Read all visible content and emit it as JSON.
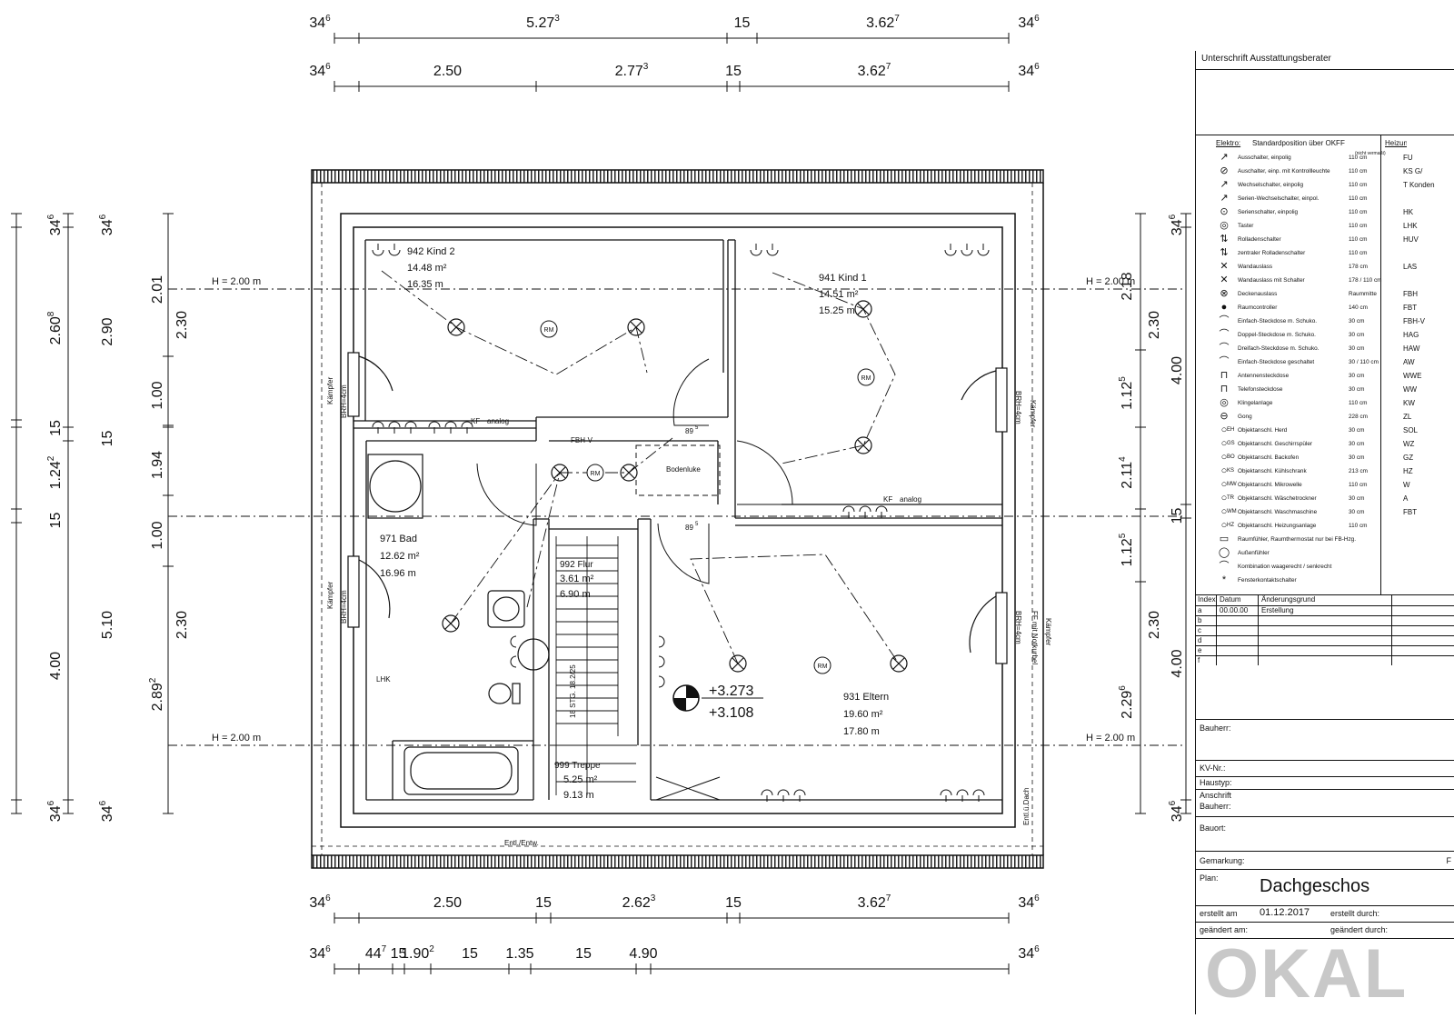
{
  "title_block": {
    "advisor_signature_label": "Unterschrift Ausstattungsberater",
    "legend_heading": "Elektro:",
    "legend_subheading": "Standardposition über OKFF",
    "legend_note": "(nicht vermaßt)",
    "heating_heading": "Heizung",
    "legend_items": [
      {
        "icon": "switch-icon",
        "label": "Ausschalter, einpolig",
        "height": "110 cm",
        "code": "FU"
      },
      {
        "icon": "switch-light-icon",
        "label": "Auschalter, einp. mit Kontrollleuchte",
        "height": "110 cm",
        "code": "KS G/"
      },
      {
        "icon": "two-way-switch-icon",
        "label": "Wechselschalter, einpolig",
        "height": "110 cm",
        "code": "T Konden"
      },
      {
        "icon": "series-two-way-switch-icon",
        "label": "Serien-Wechselschalter, einpol.",
        "height": "110 cm",
        "code": ""
      },
      {
        "icon": "series-switch-icon",
        "label": "Serienschalter, einpolig",
        "height": "110 cm",
        "code": "HK"
      },
      {
        "icon": "button-icon",
        "label": "Taster",
        "height": "110 cm",
        "code": "LHK"
      },
      {
        "icon": "shutter-switch-icon",
        "label": "Rolladenschalter",
        "height": "110 cm",
        "code": "HUV"
      },
      {
        "icon": "central-shutter-switch-icon",
        "label": "zentraler Rolladenschalter",
        "height": "110 cm",
        "code": ""
      },
      {
        "icon": "wall-outlet-icon",
        "label": "Wandauslass",
        "height": "178 cm",
        "code": "LAS"
      },
      {
        "icon": "wall-outlet-switch-icon",
        "label": "Wandauslass mit Schalter",
        "height": "178 / 110 cm",
        "code": ""
      },
      {
        "icon": "ceiling-outlet-icon",
        "label": "Deckenauslass",
        "height": "Raummitte",
        "code": "FBH"
      },
      {
        "icon": "room-controller-icon",
        "label": "Raumcontroller",
        "height": "140 cm",
        "code": "FBT"
      },
      {
        "icon": "single-socket-icon",
        "label": "Einfach-Steckdose m. Schuko.",
        "height": "30 cm",
        "code": "FBH-V"
      },
      {
        "icon": "double-socket-icon",
        "label": "Doppel-Steckdose m. Schuko.",
        "height": "30 cm",
        "code": "HAG"
      },
      {
        "icon": "triple-socket-icon",
        "label": "Dreifach-Steckdose m. Schuko.",
        "height": "30 cm",
        "code": "HAW"
      },
      {
        "icon": "switched-socket-icon",
        "label": "Einfach-Steckdose geschaltet",
        "height": "30 / 110 cm",
        "code": "AW"
      },
      {
        "icon": "antenna-socket-icon",
        "label": "Antennensteckdose",
        "height": "30 cm",
        "code": "WWE"
      },
      {
        "icon": "phone-socket-icon",
        "label": "Telefonsteckdose",
        "height": "30 cm",
        "code": "WW"
      },
      {
        "icon": "doorbell-icon",
        "label": "Klingelanlage",
        "height": "110 cm",
        "code": "KW"
      },
      {
        "icon": "gong-icon",
        "label": "Gong",
        "height": "228 cm",
        "code": "ZL"
      },
      {
        "icon": "connection-icon",
        "label": "Objektanschl. Herd",
        "height": "30 cm",
        "code": "SOL",
        "tag": "EH"
      },
      {
        "icon": "connection-icon",
        "label": "Objektanschl. Geschirrspüler",
        "height": "30 cm",
        "code": "WZ",
        "tag": "GS"
      },
      {
        "icon": "connection-icon",
        "label": "Objektanschl. Backofen",
        "height": "30 cm",
        "code": "GZ",
        "tag": "BO"
      },
      {
        "icon": "connection-icon",
        "label": "Objektanschl. Kühlschrank",
        "height": "213 cm",
        "code": "HZ",
        "tag": "KS"
      },
      {
        "icon": "connection-icon",
        "label": "Objektanschl. Mikrowelle",
        "height": "110 cm",
        "code": "W",
        "tag": "MW"
      },
      {
        "icon": "connection-icon",
        "label": "Objektanschl. Wäschetrockner",
        "height": "30 cm",
        "code": "A",
        "tag": "TR"
      },
      {
        "icon": "connection-icon",
        "label": "Objektanschl. Waschmaschine",
        "height": "30 cm",
        "code": "FBT",
        "tag": "WM"
      },
      {
        "icon": "connection-icon",
        "label": "Objektanschl. Heizungsanlage",
        "height": "110 cm",
        "code": "",
        "tag": "HZ"
      },
      {
        "icon": "room-sensor-icon",
        "label": "Raumfühler, Raumthermostat nur bei FB-Hzg.",
        "height": "",
        "code": ""
      },
      {
        "icon": "outdoor-sensor-icon",
        "label": "Außenfühler",
        "height": "",
        "code": ""
      },
      {
        "icon": "combination-icon",
        "label": "Kombination waagerecht / senkrecht",
        "height": "",
        "code": ""
      },
      {
        "icon": "window-contact-icon",
        "label": "Fensterkontaktschalter",
        "height": "",
        "code": ""
      }
    ],
    "change_table": {
      "headers": [
        "Index",
        "Datum",
        "Änderungsgrund"
      ],
      "rows": [
        [
          "a",
          "00.00.00",
          "Erstellung"
        ],
        [
          "b",
          "",
          ""
        ],
        [
          "c",
          "",
          ""
        ],
        [
          "d",
          "",
          ""
        ],
        [
          "e",
          "",
          ""
        ],
        [
          "f",
          "",
          ""
        ]
      ]
    },
    "fields": {
      "bauherr": "Bauherr:",
      "kv_nr": "KV-Nr.:",
      "haustyp": "Haustyp:",
      "anschrift": "Anschrift",
      "anschrift_bauherr": "Bauherr:",
      "bauort": "Bauort:",
      "gemarkung": "Gemarkung:",
      "gemarkung_right": "F",
      "plan": "Plan:",
      "plan_value": "Dachgeschos",
      "erstellt_am": "erstellt am",
      "erstellt_am_value": "01.12.2017",
      "erstellt_durch": "erstellt durch:",
      "geaendert_am": "geändert am:",
      "geaendert_durch": "geändert durch:"
    },
    "logo": "OKAL"
  },
  "plan": {
    "rooms": [
      {
        "name": "942 Kind 2",
        "area": "14.48 m²",
        "perimeter": "16.35 m"
      },
      {
        "name": "941 Kind 1",
        "area": "14.51 m²",
        "perimeter": "15.25 m"
      },
      {
        "name": "971 Bad",
        "area": "12.62 m²",
        "perimeter": "16.96 m"
      },
      {
        "name": "992 Flur",
        "area": "3.61 m²",
        "perimeter": "6.90 m"
      },
      {
        "name": "999 Treppe",
        "area": "5.25 m²",
        "perimeter": "9.13 m"
      },
      {
        "name": "931 Eltern",
        "area": "19.60 m²",
        "perimeter": "17.80 m"
      }
    ],
    "heights": {
      "upper_left": "H = 2.00 m",
      "upper_right": "H = 2.00 m",
      "lower_left": "H = 2.00 m",
      "lower_right": "H = 2.00 m"
    },
    "levels": {
      "top": "+3.273",
      "bottom": "+3.108"
    },
    "labels": {
      "rm": "RM",
      "kf": "KF",
      "analog": "analog",
      "fbh_v": "FBH-V",
      "bodenluke": "Bodenluke",
      "lhk": "LHK",
      "kaempfer": "Kämpfer",
      "brh": "BRH=4cm",
      "ff_nokurbel": "FF mit Notkurbel",
      "stair": "18 STG. 18.2/25",
      "entl_entw": "Entl./Entw.",
      "entl_dach": "Entl.ü.Dach",
      "door89": "89",
      "door89_sup": "5"
    },
    "dims_top_row1": [
      {
        "v": "34",
        "s": "6"
      },
      {
        "v": "5.27",
        "s": "3"
      },
      {
        "v": "15",
        "s": ""
      },
      {
        "v": "3.62",
        "s": "7"
      },
      {
        "v": "34",
        "s": "6"
      }
    ],
    "dims_top_row2": [
      {
        "v": "34",
        "s": "6"
      },
      {
        "v": "2.50",
        "s": ""
      },
      {
        "v": "2.77",
        "s": "3"
      },
      {
        "v": "15",
        "s": ""
      },
      {
        "v": "3.62",
        "s": "7"
      },
      {
        "v": "34",
        "s": "6"
      }
    ],
    "dims_bottom_row1": [
      {
        "v": "34",
        "s": "6"
      },
      {
        "v": "2.50",
        "s": ""
      },
      {
        "v": "15",
        "s": ""
      },
      {
        "v": "2.62",
        "s": "3"
      },
      {
        "v": "15",
        "s": ""
      },
      {
        "v": "3.62",
        "s": "7"
      },
      {
        "v": "34",
        "s": "6"
      }
    ],
    "dims_bottom_row2": [
      {
        "v": "34",
        "s": "6"
      },
      {
        "v": "44",
        "s": "7"
      },
      {
        "v": "15",
        "s": ""
      },
      {
        "v": "1.90",
        "s": "2"
      },
      {
        "v": "15",
        "s": ""
      },
      {
        "v": "1.35",
        "s": ""
      },
      {
        "v": "15",
        "s": ""
      },
      {
        "v": "4.90",
        "s": ""
      },
      {
        "v": "34",
        "s": "6"
      }
    ],
    "dims_left_col1": [
      {
        "v": "34",
        "s": "6"
      },
      {
        "v": "2.60",
        "s": "8"
      },
      {
        "v": "15",
        "s": ""
      },
      {
        "v": "1.24",
        "s": "2"
      },
      {
        "v": "15",
        "s": ""
      },
      {
        "v": "4.00",
        "s": ""
      },
      {
        "v": "34",
        "s": "6"
      }
    ],
    "dims_left_col2": [
      {
        "v": "34",
        "s": "6"
      },
      {
        "v": "2.90",
        "s": ""
      },
      {
        "v": "15",
        "s": ""
      },
      {
        "v": "5.10",
        "s": ""
      },
      {
        "v": "34",
        "s": "6"
      }
    ],
    "dims_left_col3": [
      {
        "v": "2.01",
        "s": ""
      },
      {
        "v": "1.00",
        "s": ""
      },
      {
        "v": "1.94",
        "s": ""
      },
      {
        "v": "1.00",
        "s": ""
      },
      {
        "v": "2.89",
        "s": "2"
      }
    ],
    "dims_left_col4": [
      {
        "v": "2.30",
        "s": ""
      },
      {
        "v": "2.30",
        "s": ""
      }
    ],
    "dims_right_col1": [
      {
        "v": "2.18",
        "s": ""
      },
      {
        "v": "1.12",
        "s": "5"
      },
      {
        "v": "2.11",
        "s": "4"
      },
      {
        "v": "1.12",
        "s": "5"
      },
      {
        "v": "2.29",
        "s": "6"
      }
    ],
    "dims_right_col2": [
      {
        "v": "2.30",
        "s": ""
      },
      {
        "v": "2.30",
        "s": ""
      }
    ],
    "dims_right_col3": [
      {
        "v": "34",
        "s": "6"
      },
      {
        "v": "4.00",
        "s": ""
      },
      {
        "v": "15",
        "s": ""
      },
      {
        "v": "4.00",
        "s": ""
      },
      {
        "v": "34",
        "s": "6"
      }
    ]
  }
}
